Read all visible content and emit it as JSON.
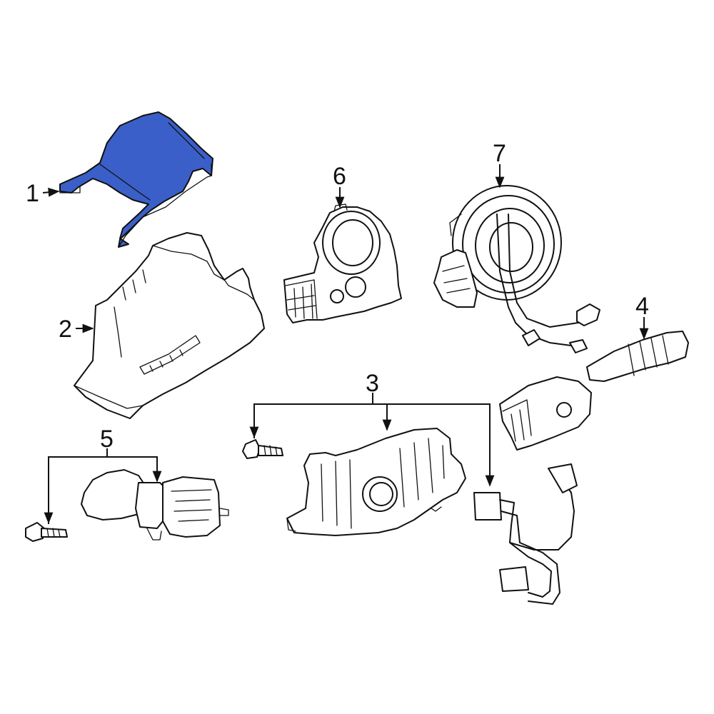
{
  "diagram": {
    "highlight_color": "#3a5fc8",
    "outline_color": "#111111",
    "callouts": [
      {
        "id": "1",
        "label": "1"
      },
      {
        "id": "2",
        "label": "2"
      },
      {
        "id": "3",
        "label": "3"
      },
      {
        "id": "4",
        "label": "4"
      },
      {
        "id": "5",
        "label": "5"
      },
      {
        "id": "6",
        "label": "6"
      },
      {
        "id": "7",
        "label": "7"
      }
    ]
  }
}
